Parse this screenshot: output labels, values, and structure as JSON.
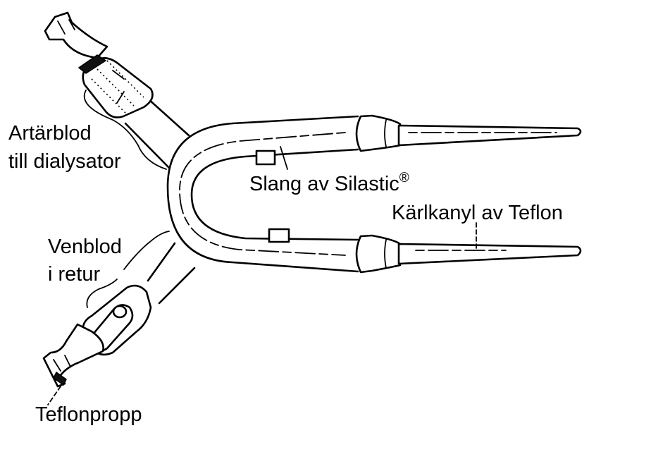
{
  "labels": {
    "arterial_line1": "Artärblod",
    "arterial_line2": "till dialysator",
    "venous_line1": "Venblod",
    "venous_line2": "i retur",
    "tubing": "Slang av Silastic",
    "tubing_mark": "®",
    "cannula": "Kärlkanyl av Teflon",
    "plug": "Teflonpropp"
  }
}
